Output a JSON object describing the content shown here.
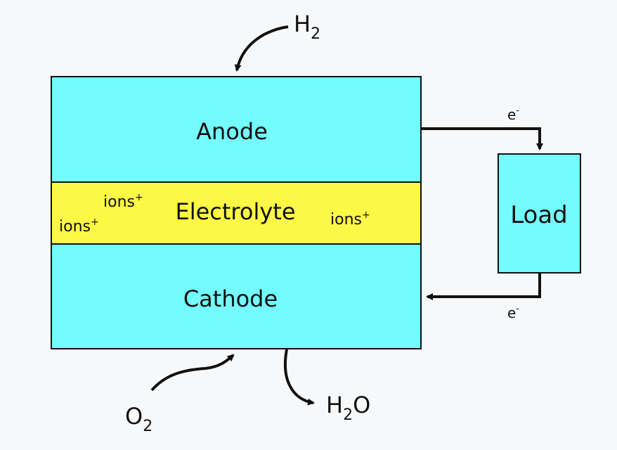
{
  "colors": {
    "electrode": "#73fbfd",
    "electrolyte": "#fdf845",
    "stroke": "#111111",
    "background": "#f7f8fa"
  },
  "anode": {
    "label": "Anode"
  },
  "electrolyte": {
    "label": "Electrolyte",
    "ions": [
      {
        "text": "ions",
        "charge": "+"
      },
      {
        "text": "ions",
        "charge": "+"
      },
      {
        "text": "ions",
        "charge": "+"
      }
    ]
  },
  "cathode": {
    "label": "Cathode"
  },
  "load": {
    "label": "Load"
  },
  "electron_top": {
    "text": "e",
    "charge": "-"
  },
  "electron_bottom": {
    "text": "e",
    "charge": "-"
  },
  "hydrogen_in": {
    "symbol": "H",
    "subscript": "2",
    "tail": ""
  },
  "oxygen_in": {
    "symbol": "O",
    "subscript": "2",
    "tail": ""
  },
  "water_out": {
    "symbol": "H",
    "subscript": "2",
    "tail": "O"
  }
}
